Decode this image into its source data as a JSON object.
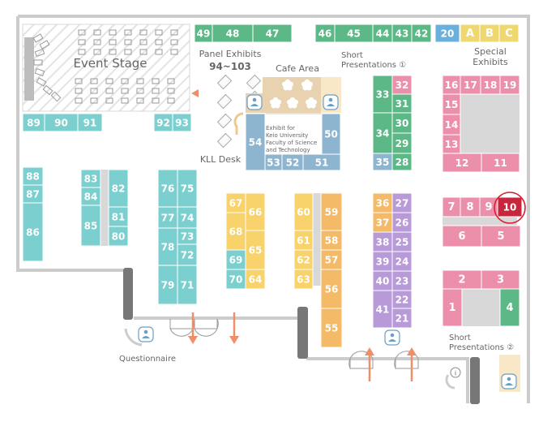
{
  "labels": {
    "event_stage": "Event Stage",
    "panel_exhibits": "Panel Exhibits",
    "panel_range": "94~103",
    "cafe_area": "Cafe Area",
    "short_pres_1_line1": "Short",
    "short_pres_1_line2": "Presentations ①",
    "special_line1": "Special",
    "special_line2": "Exhibits",
    "kll_desk": "KLL Desk",
    "exhibit_line1": "Exhibit for",
    "exhibit_line2": "Keio University",
    "exhibit_line3": "Faculty of Science",
    "exhibit_line4": "and Technology",
    "short_pres_2_line1": "Short",
    "short_pres_2_line2": "Presentations ②",
    "questionnaire": "Questionnaire"
  },
  "colors": {
    "green": "#5cb987",
    "blue": "#6ab0dc",
    "yellow": "#f0d870",
    "teal": "#7ccfcf",
    "pink": "#ec8fab",
    "yellow_booth": "#f8d26a",
    "orange": "#f4ba67",
    "purple": "#b89ad8",
    "highlight": "#c8263c",
    "steel": "#8eb5d0",
    "cafe": "#e8d2b0"
  },
  "highlighted_booth": "10",
  "booths": [
    {
      "id": "49",
      "c": "green"
    },
    {
      "id": "48",
      "c": "green"
    },
    {
      "id": "47",
      "c": "green"
    },
    {
      "id": "46",
      "c": "green"
    },
    {
      "id": "45",
      "c": "green"
    },
    {
      "id": "44",
      "c": "green"
    },
    {
      "id": "43",
      "c": "green"
    },
    {
      "id": "42",
      "c": "green"
    },
    {
      "id": "20",
      "c": "blue"
    },
    {
      "id": "A",
      "c": "yellow"
    },
    {
      "id": "B",
      "c": "yellow"
    },
    {
      "id": "C",
      "c": "yellow"
    },
    {
      "id": "89",
      "c": "teal"
    },
    {
      "id": "90",
      "c": "teal"
    },
    {
      "id": "91",
      "c": "teal"
    },
    {
      "id": "92",
      "c": "teal"
    },
    {
      "id": "93",
      "c": "teal"
    },
    {
      "id": "88",
      "c": "teal"
    },
    {
      "id": "87",
      "c": "teal"
    },
    {
      "id": "86",
      "c": "teal"
    },
    {
      "id": "83",
      "c": "teal"
    },
    {
      "id": "84",
      "c": "teal"
    },
    {
      "id": "85",
      "c": "teal"
    },
    {
      "id": "82",
      "c": "teal"
    },
    {
      "id": "81",
      "c": "teal"
    },
    {
      "id": "80",
      "c": "teal"
    },
    {
      "id": "76",
      "c": "teal"
    },
    {
      "id": "75",
      "c": "teal"
    },
    {
      "id": "77",
      "c": "teal"
    },
    {
      "id": "74",
      "c": "teal"
    },
    {
      "id": "78",
      "c": "teal"
    },
    {
      "id": "73",
      "c": "teal"
    },
    {
      "id": "72",
      "c": "teal"
    },
    {
      "id": "79",
      "c": "teal"
    },
    {
      "id": "71",
      "c": "teal"
    },
    {
      "id": "67",
      "c": "yellow_booth"
    },
    {
      "id": "66",
      "c": "yellow_booth"
    },
    {
      "id": "68",
      "c": "yellow_booth"
    },
    {
      "id": "65",
      "c": "yellow_booth"
    },
    {
      "id": "69",
      "c": "teal"
    },
    {
      "id": "70",
      "c": "teal"
    },
    {
      "id": "64",
      "c": "yellow_booth"
    },
    {
      "id": "60",
      "c": "yellow_booth"
    },
    {
      "id": "61",
      "c": "yellow_booth"
    },
    {
      "id": "62",
      "c": "yellow_booth"
    },
    {
      "id": "63",
      "c": "yellow_booth"
    },
    {
      "id": "59",
      "c": "orange"
    },
    {
      "id": "58",
      "c": "orange"
    },
    {
      "id": "57",
      "c": "orange"
    },
    {
      "id": "56",
      "c": "orange"
    },
    {
      "id": "55",
      "c": "orange"
    },
    {
      "id": "54",
      "c": "steel"
    },
    {
      "id": "53",
      "c": "steel"
    },
    {
      "id": "52",
      "c": "steel"
    },
    {
      "id": "51",
      "c": "steel"
    },
    {
      "id": "50",
      "c": "steel"
    },
    {
      "id": "33",
      "c": "green"
    },
    {
      "id": "32",
      "c": "pink"
    },
    {
      "id": "31",
      "c": "green"
    },
    {
      "id": "34",
      "c": "green"
    },
    {
      "id": "30",
      "c": "green"
    },
    {
      "id": "29",
      "c": "green"
    },
    {
      "id": "35",
      "c": "steel"
    },
    {
      "id": "28",
      "c": "green"
    },
    {
      "id": "36",
      "c": "orange"
    },
    {
      "id": "27",
      "c": "purple"
    },
    {
      "id": "37",
      "c": "orange"
    },
    {
      "id": "26",
      "c": "purple"
    },
    {
      "id": "38",
      "c": "purple"
    },
    {
      "id": "25",
      "c": "purple"
    },
    {
      "id": "39",
      "c": "purple"
    },
    {
      "id": "24",
      "c": "purple"
    },
    {
      "id": "40",
      "c": "purple"
    },
    {
      "id": "23",
      "c": "purple"
    },
    {
      "id": "41",
      "c": "purple"
    },
    {
      "id": "22",
      "c": "purple"
    },
    {
      "id": "21",
      "c": "purple"
    },
    {
      "id": "16",
      "c": "pink"
    },
    {
      "id": "17",
      "c": "pink"
    },
    {
      "id": "18",
      "c": "pink"
    },
    {
      "id": "19",
      "c": "pink"
    },
    {
      "id": "15",
      "c": "pink"
    },
    {
      "id": "14",
      "c": "pink"
    },
    {
      "id": "13",
      "c": "pink"
    },
    {
      "id": "12",
      "c": "pink"
    },
    {
      "id": "11",
      "c": "pink"
    },
    {
      "id": "7",
      "c": "pink"
    },
    {
      "id": "8",
      "c": "pink"
    },
    {
      "id": "9",
      "c": "pink"
    },
    {
      "id": "10",
      "c": "highlight"
    },
    {
      "id": "6",
      "c": "pink"
    },
    {
      "id": "5",
      "c": "pink"
    },
    {
      "id": "2",
      "c": "pink"
    },
    {
      "id": "3",
      "c": "pink"
    },
    {
      "id": "1",
      "c": "pink"
    },
    {
      "id": "4",
      "c": "green"
    }
  ]
}
